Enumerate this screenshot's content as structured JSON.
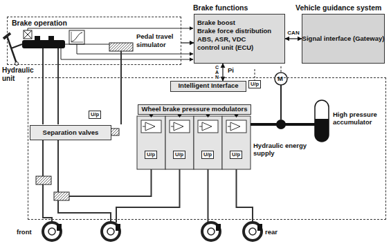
{
  "diagram": {
    "nodes": [
      {
        "text": [
          "Brake operation"
        ]
      },
      {
        "text": [
          "Pedal travel simulator"
        ],
        "in": 0
      },
      {
        "text": [
          "Brake functions",
          "Brake boost",
          "Brake force distribution",
          "ABS, ASR, VDC",
          "control unit (ECU)"
        ]
      },
      {
        "text": [
          "Vehicle guidance system",
          "Signal interface (Gateway)"
        ]
      },
      {
        "text": [
          "Hydraulic unit"
        ]
      },
      {
        "text": [
          "Intelligent Interface"
        ],
        "in": 4
      },
      {
        "text": [
          "Wheel brake pressure modulators"
        ],
        "in": 4
      },
      {
        "text": [
          "Separation valves"
        ],
        "in": 4
      }
    ],
    "edges": [
      {
        "from": 0,
        "to": 2,
        "arrow": "to"
      },
      {
        "from": 2,
        "to": 3,
        "label": "CAN",
        "arrow": "both"
      },
      {
        "from": 2,
        "to": 5,
        "label": "CAN",
        "arrow": "both"
      }
    ],
    "labels": [
      "Pi",
      "U/p",
      "M",
      "U/p",
      "U/p",
      "U/p",
      "U/p",
      "U/p",
      "Hydraulic energy supply",
      "High pressure accumulator",
      "front",
      "rear"
    ]
  }
}
